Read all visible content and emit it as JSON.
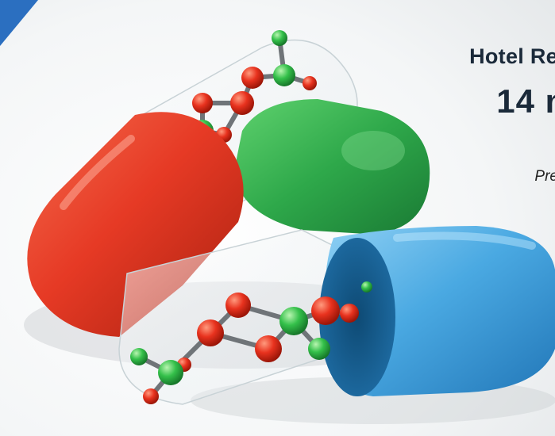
{
  "heading": {
    "line1": "Hotel Re",
    "line2": "14 m",
    "line3": "Pre"
  },
  "colors": {
    "accent_corner": "#2b6fc0",
    "capsule_red": "#e63a25",
    "capsule_green": "#2ea84a",
    "capsule_blue": "#4aa9e2",
    "atom_red": "#e8321e",
    "atom_green": "#34c04a",
    "text": "#1b2a3a"
  }
}
